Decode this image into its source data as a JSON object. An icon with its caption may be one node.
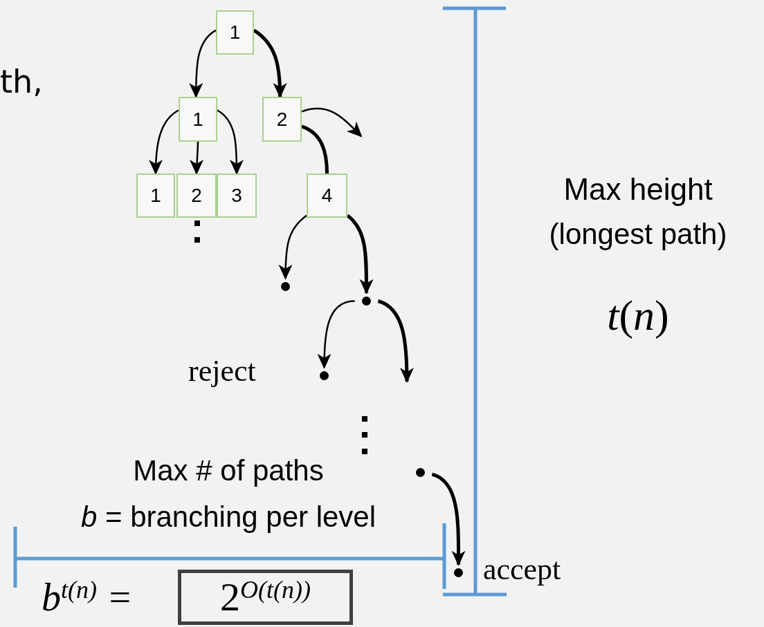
{
  "diagram": {
    "nodes": [
      {
        "text": [
          "1"
        ]
      },
      {
        "text": [
          "1"
        ]
      },
      {
        "text": [
          "2"
        ]
      },
      {
        "text": [
          "1"
        ]
      },
      {
        "text": [
          "2"
        ]
      },
      {
        "text": [
          "3"
        ]
      },
      {
        "text": [
          "4"
        ]
      },
      {
        "text": [],
        "shape": "circle"
      },
      {
        "text": [],
        "shape": "circle"
      },
      {
        "text": [],
        "shape": "circle",
        "beside": [
          "reject"
        ]
      },
      {
        "text": [],
        "shape": "circle"
      },
      {
        "text": [],
        "shape": "circle",
        "beside": [
          "accept"
        ]
      },
      {
        "text": [
          "2$^{O(t(n))}$"
        ]
      }
    ],
    "edges": [
      {
        "from": 0,
        "to": 1,
        "arrow": "to"
      },
      {
        "from": 0,
        "to": 2,
        "arrow": "to",
        "style": "thick"
      },
      {
        "from": 1,
        "to": 3,
        "arrow": "to"
      },
      {
        "from": 1,
        "to": 4,
        "arrow": "to"
      },
      {
        "from": 1,
        "to": 5,
        "arrow": "to"
      },
      {
        "from": 2,
        "to": null,
        "arrow": "to"
      },
      {
        "from": 2,
        "to": 6,
        "arrow": "none",
        "style": "thick"
      },
      {
        "from": 6,
        "to": 7,
        "arrow": "to"
      },
      {
        "from": 6,
        "to": 8,
        "arrow": "to",
        "style": "thick"
      },
      {
        "from": 8,
        "to": 9,
        "arrow": "to"
      },
      {
        "from": 8,
        "to": null,
        "arrow": "to",
        "style": "thick"
      },
      {
        "from": 10,
        "to": 11,
        "arrow": "to",
        "style": "thick"
      }
    ],
    "labels": [
      "th,",
      "Max height",
      "(longest path)",
      "*t*(*n*)",
      "Max # of paths",
      "*b* = branching per level",
      "*b*$^{t(n)}$ ="
    ]
  }
}
